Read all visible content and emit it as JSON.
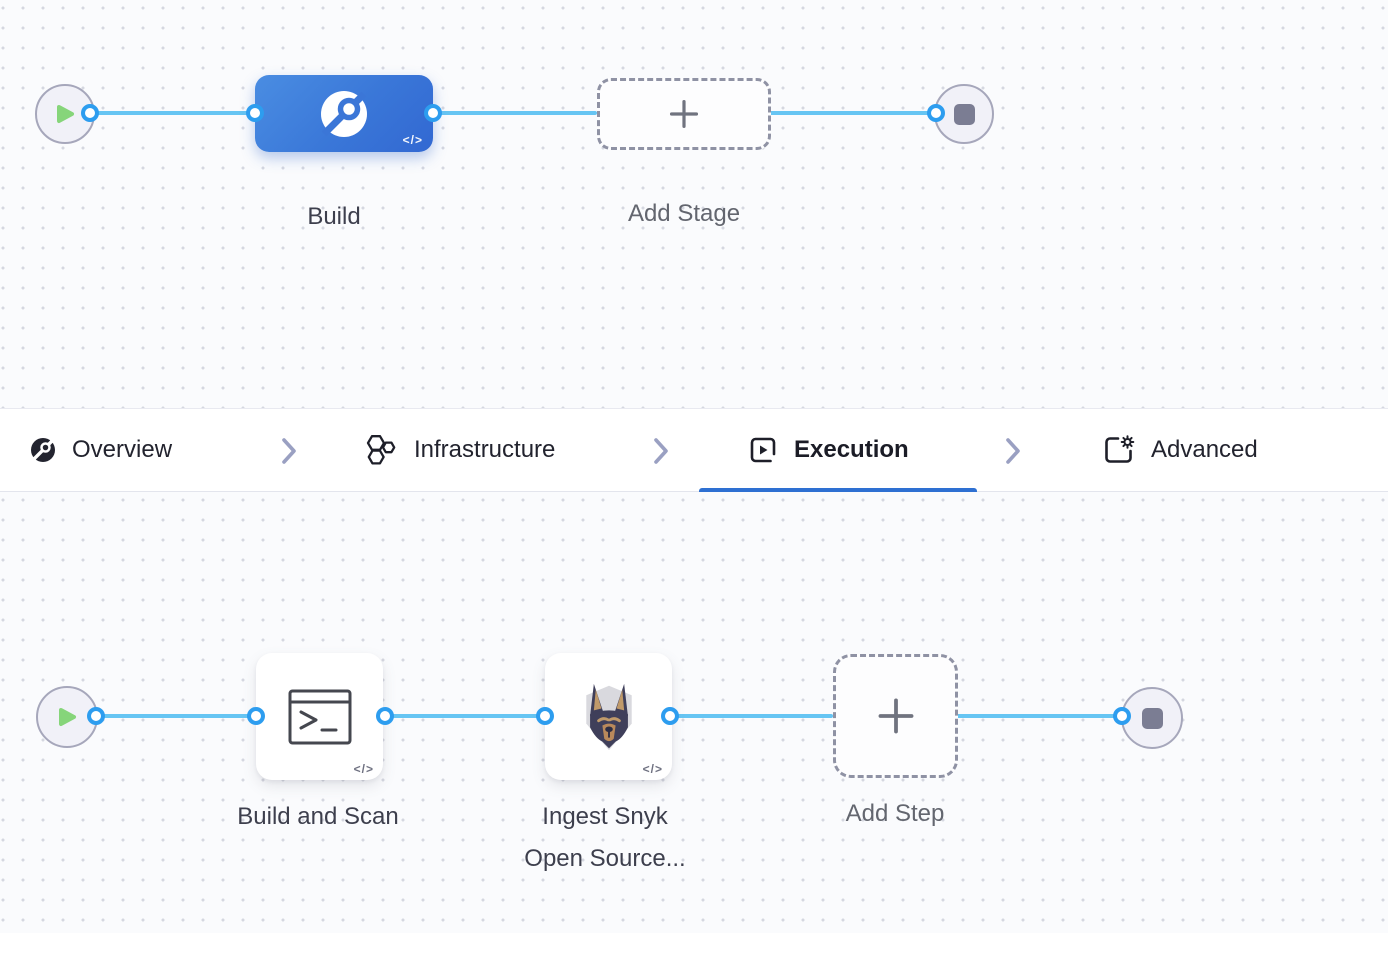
{
  "colors": {
    "accent_blue": "#3D7CDA",
    "connector_line": "#66C5F3",
    "connector_ring": "#2D9DEF",
    "play_green": "#86D57A",
    "end_square_slate": "#7B7D93",
    "active_tab_underline": "#2E70D2"
  },
  "icons": {
    "start_node": "play-icon",
    "end_node": "stop-square-icon",
    "stage_build": "ci-build-icon",
    "add_boxes": "plus-icon",
    "code_badges": "code-icon",
    "tab_overview": "ci-build-icon",
    "tab_infrastructure": "hexagon-cluster-icon",
    "tab_execution": "play-square-icon",
    "tab_advanced": "gear-panel-icon",
    "step_build_and_scan": "terminal-icon",
    "step_ingest_snyk": "snyk-doberman-icon"
  },
  "stage_row": {
    "stage_name": "Build",
    "stage_code_badge": "</>",
    "add_stage_label": "Add Stage"
  },
  "tab_bar": {
    "active_tab": "Execution",
    "tabs": [
      {
        "label": "Overview"
      },
      {
        "label": "Infrastructure"
      },
      {
        "label": "Execution"
      },
      {
        "label": "Advanced"
      }
    ]
  },
  "execution_row": {
    "steps": [
      {
        "name": "Build and Scan",
        "code_badge": "</>"
      },
      {
        "name_line1": "Ingest Snyk",
        "name_line2": "Open Source...",
        "code_badge": "</>"
      }
    ],
    "add_step_label": "Add Step"
  }
}
